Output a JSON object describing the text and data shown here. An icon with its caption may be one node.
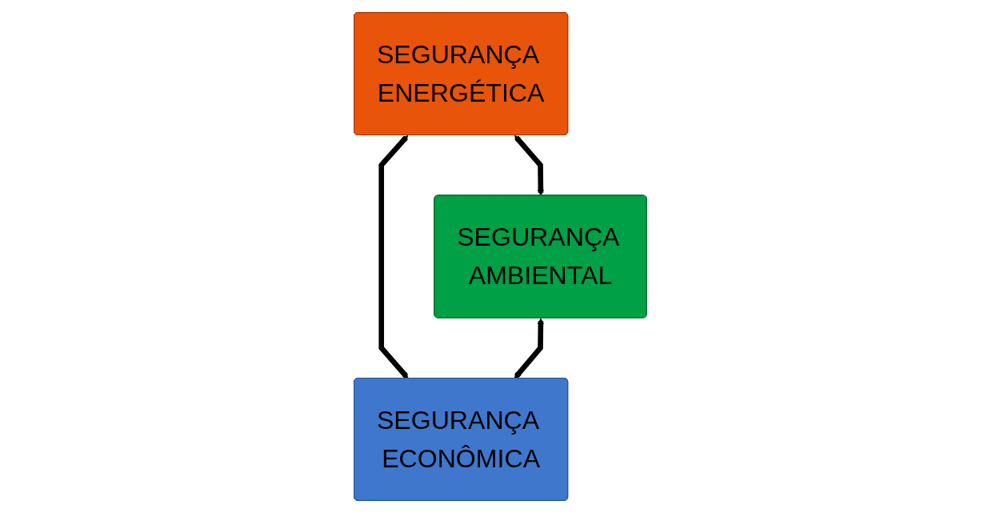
{
  "diagram": {
    "nodes": [
      {
        "text": [
          "SEGURANÇA ENERGÉTICA"
        ]
      },
      {
        "text": [
          "SEGURANÇA AMBIENTAL"
        ]
      },
      {
        "text": [
          "SEGURANÇA ECONÔMICA"
        ]
      }
    ],
    "edges": [
      {
        "from": 0,
        "to": 1,
        "arrow": "both"
      },
      {
        "from": 0,
        "to": 2,
        "arrow": "both"
      },
      {
        "from": 1,
        "to": 2,
        "arrow": "both"
      }
    ]
  }
}
